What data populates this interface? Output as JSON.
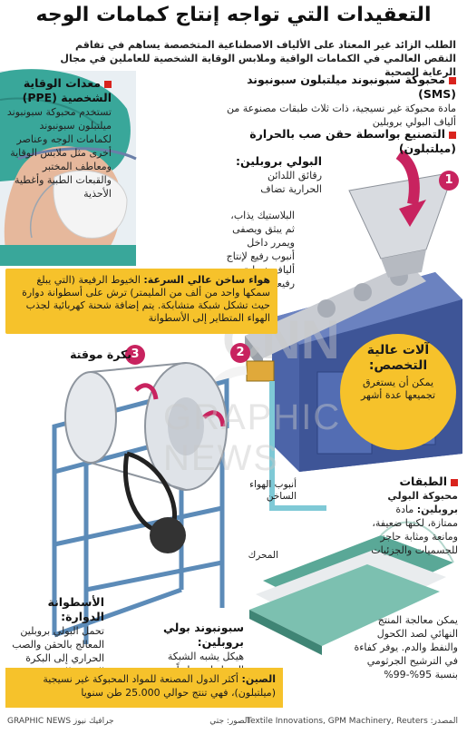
{
  "title": "التعقيدات التي تواجه إنتاج كمامات الوجه",
  "intro": "الطلب الزائد غير المعتاد على الألياف الاصطناعية المتخصصة يساهم في تفاقم النقص العالمي في الكمامات الواقية وملابس الوقاية الشخصية للعاملين في مجال الرعاية الصحية",
  "ppe": {
    "heading": "معدات الوقاية الشخصية (PPE)",
    "body": "تستخدم محبوكة سبونبوند ميلتبلون سبونبوند لكمامات الوجه وعناصر أخرى مثل ملابس الوقاية ومعاطف المختبر والقبعات الطبية وأغطية الأحذية"
  },
  "sms": {
    "heading": "محبوكة سبونبوند ميلتبلون سبونبوند (SMS)",
    "body": "مادة محبوكة غير نسيجية، ذات ثلاث طبقات مصنوعة من ألياف البولي بروبلين"
  },
  "meltblown": {
    "heading": "التصنيع بواسطة حقن صب بالحرارة (ميلتبلون)"
  },
  "polypropylene": {
    "heading": "البولي بروبلين:",
    "body": "رقائق اللدائن الحرارية تضاف"
  },
  "plastic": {
    "body": "البلاستيك يذاب، ثم يبثق ويصفى ويمرر داخل أنبوب رفيع لإنتاج ألياف خيطية رفيعة"
  },
  "hot_air": {
    "heading": "هواء ساخن عالي السرعة:",
    "body": "الخيوط الرفيعة (التي يبلغ سمكها واحد من ألف من المليمتر) ترش على أسطوانة دوارة حيث تشكل شبكة متشابكة. يتم إضافة شحنة كهربائية لجذب الهواء المتطاير إلى الأسطوانة"
  },
  "machines": {
    "heading": "آلات عالية التخصص:",
    "body": "يمكن أن يستغرق تجميعها عدة أشهر"
  },
  "spool": {
    "label": "بكرة موقتة"
  },
  "hot_air_tube": {
    "label": "أنبوب الهواء الساخن"
  },
  "motor": {
    "label": "المحرك"
  },
  "layers": {
    "heading": "الطبقات",
    "sub": "محبوكة البولي بروبلين:",
    "body": "مادة ممتازة، لكنها ضعيفة، ومانعة ومثابة حاجز للجسميات والجزئيات"
  },
  "drum": {
    "heading": "الأسطوانة الدوارة:",
    "body": "تحمل البولي بروبلين المعالج بالحقن والصب الحراري إلى البكرة الموقتة للجمع"
  },
  "spunbond": {
    "heading": "سبونبوند بولي بروبلين:",
    "body": "هيكل يشبه الشبكة المترابطة حرارياً يضيف للمادة قوة شد عالية"
  },
  "treatment": {
    "body": "يمكن معالجة المنتج النهائي لصد الكحول والنفط والدم. يوفر كفاءة في الترشيح الجرثومي بنسبة 95%-99%"
  },
  "china": {
    "heading": "الصين:",
    "body": "أكثر الدول المصنعة للمواد المحبوكة غير نسيجية (ميلتبلون)، فهي تنتج حوالي 25.000 طن سنويا"
  },
  "footer": {
    "source": "المصدر: Textile Innovations, GPM Machinery, Reuters",
    "credit": "الصور: جتي",
    "brand": "GRAPHIC NEWS جرافيك نيوز"
  },
  "watermark": {
    "logo": "CNN",
    "text": "GRAPHIC NEWS"
  },
  "steps": [
    "1",
    "2",
    "3"
  ],
  "colors": {
    "accent": "#d9231d",
    "highlight": "#f6c22b",
    "machine": "#4c64a8",
    "step": "#c8235f"
  }
}
